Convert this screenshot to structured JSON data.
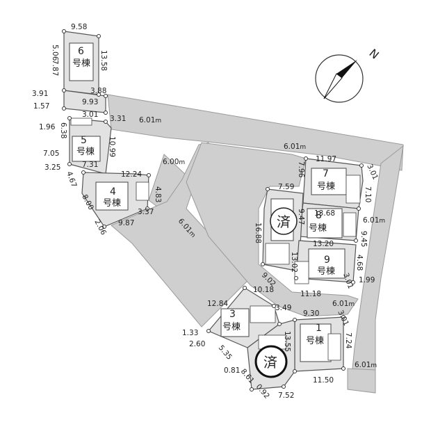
{
  "compass": {
    "label": "N",
    "icon": "north-arrow-icon"
  },
  "roads": [
    {
      "width_label": "6.01",
      "unit": "m"
    },
    {
      "width_label": "6.00",
      "unit": "m"
    },
    {
      "width_label": "6.01",
      "unit": "m"
    },
    {
      "width_label": "6.01",
      "unit": "m"
    },
    {
      "width_label": "6.01",
      "unit": "m"
    },
    {
      "width_label": "6.01",
      "unit": "m"
    },
    {
      "width_label": "6.01",
      "unit": "m"
    }
  ],
  "lots": [
    {
      "number": "6",
      "kind": "号棟",
      "sold": false,
      "dims": [
        "9.58",
        "5.06",
        "7.87",
        "13.58",
        "3.91",
        "3.88",
        "1.57",
        "9.93"
      ]
    },
    {
      "number": "5",
      "kind": "号棟",
      "sold": false,
      "dims": [
        "3.01",
        "3.31",
        "1.96",
        "6.38",
        "10.99",
        "7.05",
        "7.31",
        "3.25"
      ]
    },
    {
      "number": "4",
      "kind": "号棟",
      "sold": false,
      "dims": [
        "12.24",
        "4.67",
        "8.00",
        "2.06",
        "9.87",
        "3.37",
        "4.83"
      ]
    },
    {
      "number": "7",
      "kind": "号棟",
      "sold": false,
      "dims": [
        "11.97",
        "7.96",
        "3.01",
        "7.59",
        "7.10"
      ]
    },
    {
      "number": "8",
      "kind": "号棟",
      "sold": false,
      "dims": [
        "13.68",
        "9.47",
        "13.20",
        "9.45"
      ]
    },
    {
      "number": "9",
      "kind": "号棟",
      "sold": false,
      "dims": [
        "13.02",
        "4.68",
        "1.99",
        "9.02",
        "11.18",
        "3.01"
      ]
    },
    {
      "number": "",
      "kind": "",
      "sold": true,
      "sold_char": "済",
      "dims": [
        "16.88"
      ]
    },
    {
      "number": "3",
      "kind": "号棟",
      "sold": false,
      "dims": [
        "12.84",
        "10.18",
        "3.49",
        "1.33",
        "2.60",
        "5.35",
        "0.81",
        "8.61"
      ]
    },
    {
      "number": "1",
      "kind": "号棟",
      "sold": false,
      "dims": [
        "9.30",
        "3.01",
        "7.24",
        "13.55",
        "11.50",
        "7.52",
        "0.92"
      ]
    },
    {
      "number": "",
      "kind": "",
      "sold": true,
      "sold_char": "済",
      "dims": []
    }
  ]
}
